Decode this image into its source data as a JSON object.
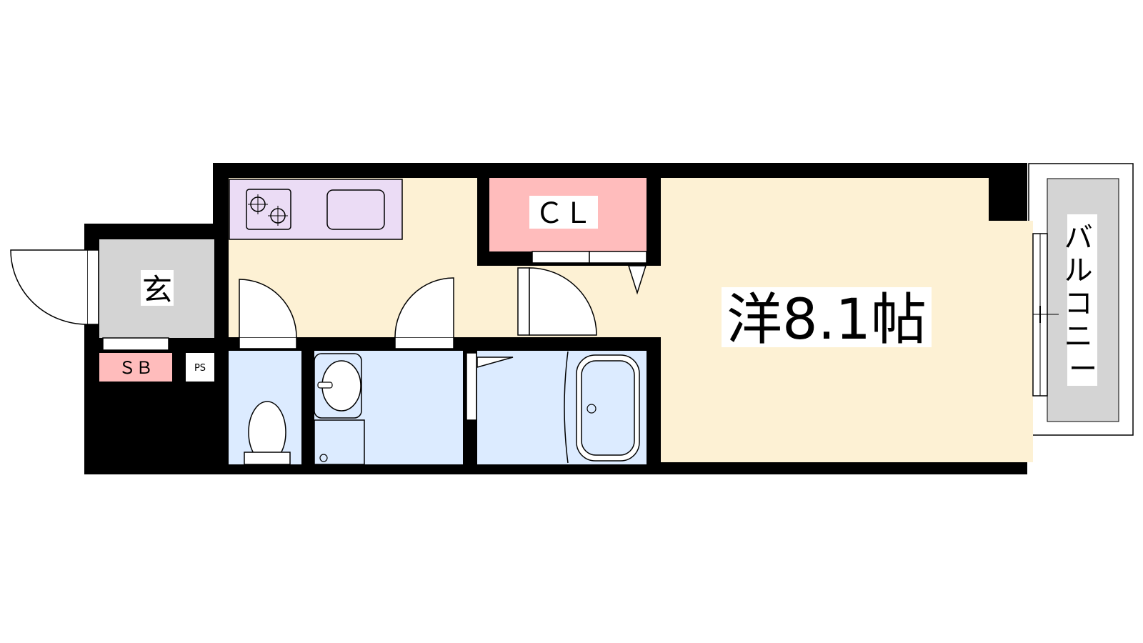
{
  "floor_plan": {
    "rooms": {
      "entrance": "玄",
      "shoe_box": "ＳＢ",
      "pipe_space": "PS",
      "closet": "ＣＬ",
      "western_room": "洋8.1帖",
      "balcony": "バルコニー"
    },
    "colors": {
      "wall": "#000000",
      "living": "#fdf1d4",
      "entrance": "#d4d4d4",
      "kitchen": "#ebdcf5",
      "closet": "#ffbcbc",
      "wet_area": "#dcebff",
      "balcony": "#d4d4d4",
      "shoe_box": "#ffbcbc"
    }
  }
}
